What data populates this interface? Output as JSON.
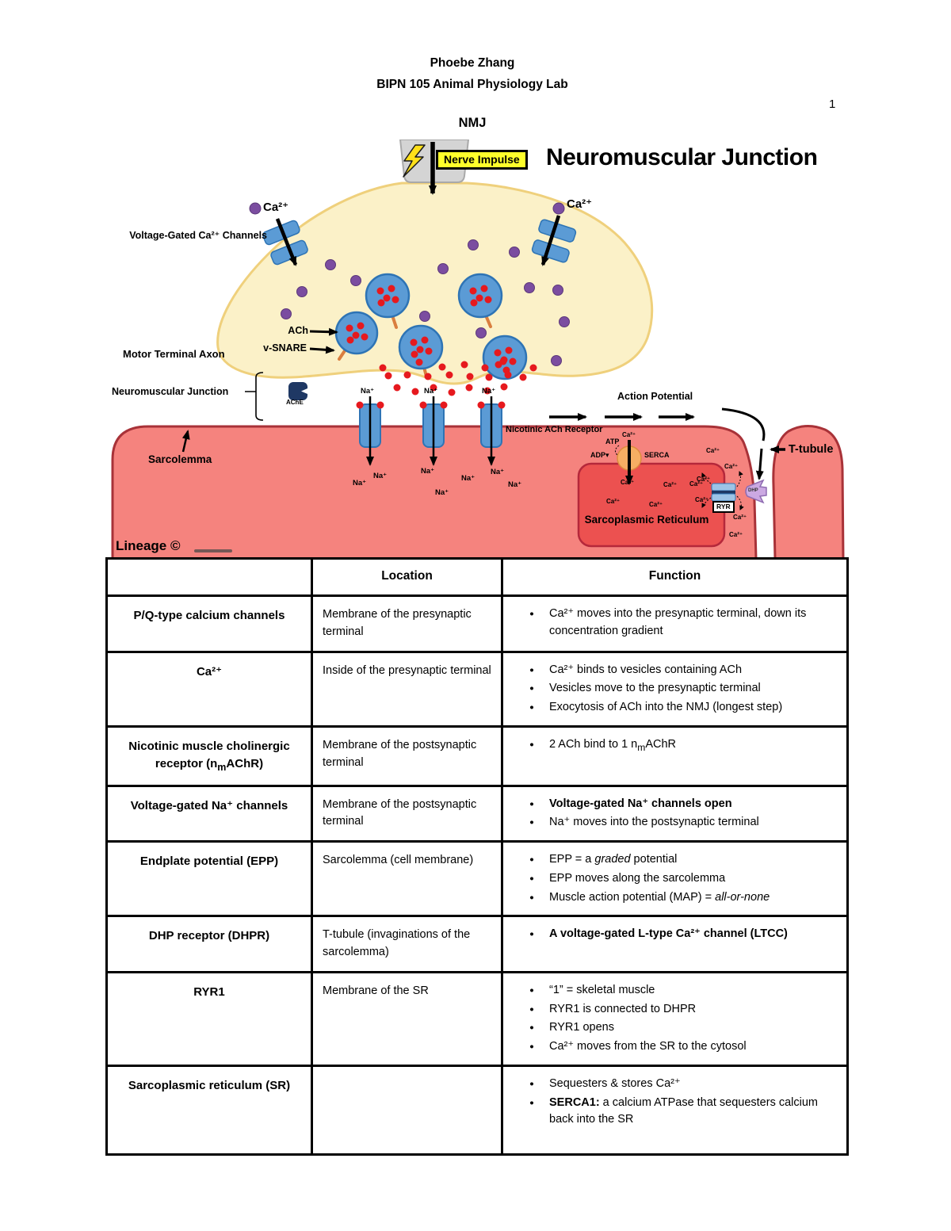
{
  "page": {
    "author": "Phoebe Zhang",
    "course": "BIPN 105 Animal Physiology Lab",
    "page_number": "1",
    "title": "NMJ"
  },
  "diagram": {
    "title": "Neuromuscular Junction",
    "nerve_impulse": "Nerve Impulse",
    "ca2": "Ca²⁺",
    "na": "Na⁺",
    "vgcc_label": "Voltage-Gated Ca²⁺ Channels",
    "ach_label": "ACh",
    "vsnare_label": "v-SNARE",
    "motor_terminal_axon": "Motor Terminal Axon",
    "nmj_label": "Neuromuscular Junction",
    "ache_label": "AChE",
    "nicotinic_label": "Nicotinic ACh Receptor",
    "action_potential": "Action Potential",
    "sarcolemma": "Sarcolemma",
    "t_tubule": "T-tubule",
    "sr_label": "Sarcoplasmic Reticulum",
    "serca": "SERCA",
    "atp": "ATP",
    "adp": "ADP▾",
    "ryr": "RYR",
    "dhp": "DHP",
    "lineage": "Lineage ©",
    "colors": {
      "terminal": "#FBF1C8",
      "terminal_border": "#EFD07C",
      "muscle": "#F5837E",
      "muscle_border": "#A83238",
      "sr": "#EC5150",
      "vesicle_blue": "#5B9BD5",
      "calcium_purple": "#7B4DA0",
      "ach_red": "#E6191E",
      "impulse_yellow": "#FFFF2B",
      "serca_orange": "#F6AE63",
      "dhp_lavender": "#CBA9E2"
    }
  },
  "table": {
    "headers": {
      "location": "Location",
      "function": "Function"
    },
    "rows": [
      {
        "name": "P/Q-type calcium channels",
        "location": "Membrane of the presynaptic terminal",
        "bullets": [
          {
            "p1": "Ca²⁺ moves into the presynaptic terminal, down its concentration gradient"
          }
        ]
      },
      {
        "name": "Ca²⁺",
        "location": "Inside of the presynaptic terminal",
        "bullets": [
          {
            "p1": "Ca²⁺ binds to vesicles containing ACh"
          },
          {
            "p1": "Vesicles move to the presynaptic terminal"
          },
          {
            "p1": "Exocytosis of ACh into the NMJ (longest step)"
          }
        ]
      },
      {
        "name_a": "Nicotinic muscle cholinergic receptor (n",
        "name_sub": "m",
        "name_b": "AChR)",
        "location": "Membrane of the postsynaptic terminal",
        "bullets": [
          {
            "p1": "2 ACh bind to 1 n",
            "sub": "m",
            "p3": "AChR"
          }
        ]
      },
      {
        "name": "Voltage-gated Na⁺ channels",
        "location": "Membrane of the postsynaptic terminal",
        "bullets": [
          {
            "p1": "Voltage-gated Na⁺ channels open"
          },
          {
            "p1": "Na⁺ moves into the postsynaptic terminal"
          }
        ]
      },
      {
        "name": "Endplate potential (EPP)",
        "location": "Sarcolemma (cell membrane)",
        "bullets": [
          {
            "p1": "EPP = a ",
            "p2": "graded",
            "p3": " potential"
          },
          {
            "p1": "EPP moves along the sarcolemma"
          },
          {
            "p1": "Muscle action potential (MAP) = ",
            "p2": "all-or-none"
          }
        ]
      },
      {
        "name": "DHP receptor (DHPR)",
        "location": "T-tubule (invaginations of the sarcolemma)",
        "bullets": [
          {
            "p1": "A voltage-gated L-type Ca²⁺ channel (LTCC)"
          }
        ]
      },
      {
        "name": "RYR1",
        "location": "Membrane of the SR",
        "bullets": [
          {
            "p1": "“1” = skeletal muscle"
          },
          {
            "p1": "RYR1 is connected to DHPR"
          },
          {
            "p1": "RYR1 opens"
          },
          {
            "p1": "Ca²⁺ moves from the SR to the cytosol"
          }
        ]
      },
      {
        "name": "Sarcoplasmic reticulum (SR)",
        "location": "",
        "bullets": [
          {
            "p1": "Sequesters & stores Ca²⁺"
          },
          {
            "p1": "SERCA1:",
            "p2": " a calcium ATPase that sequesters calcium back into the SR"
          }
        ]
      }
    ]
  }
}
